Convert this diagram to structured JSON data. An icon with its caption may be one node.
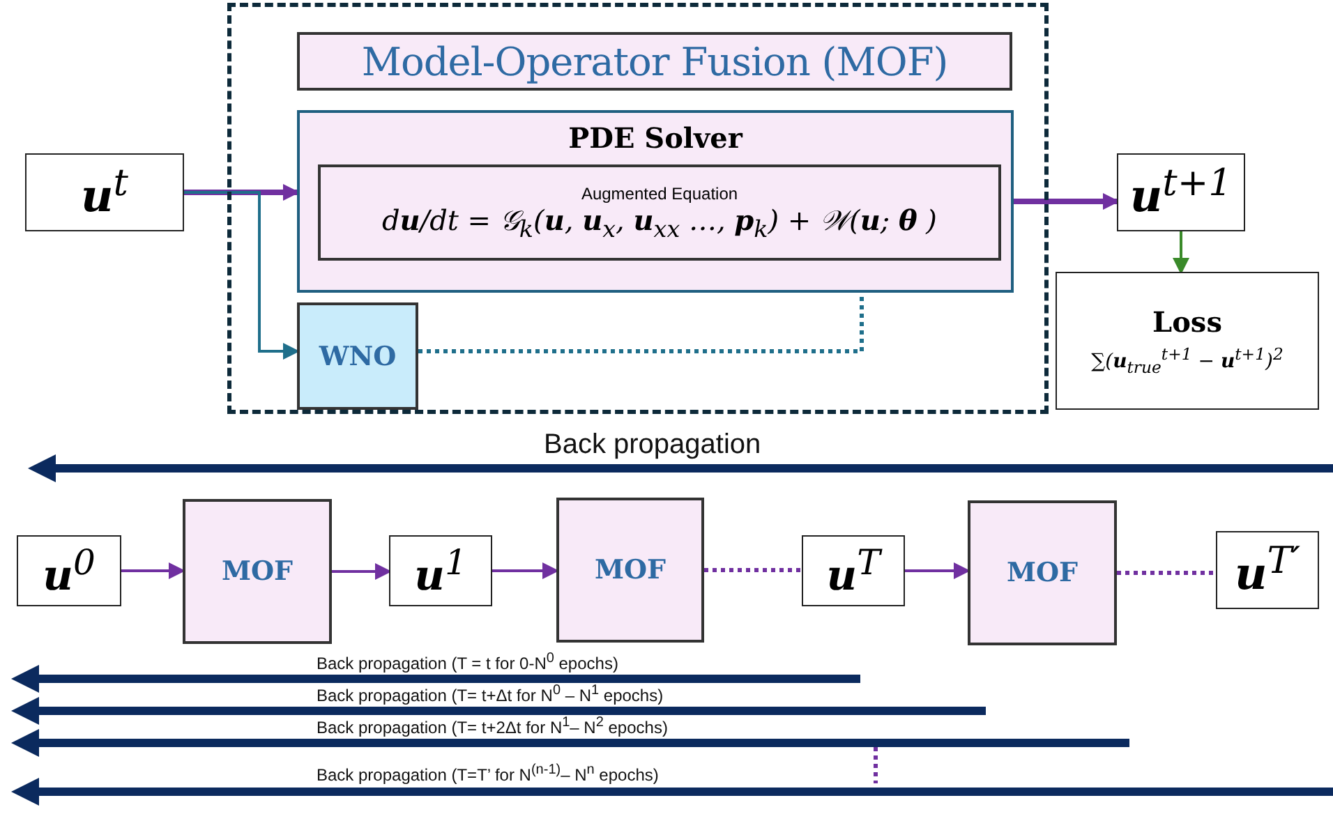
{
  "diagram": {
    "nodes": [
      {
        "text": [],
        "shape": "box"
      },
      {
        "text": [
          "Model-Operator Fusion (MOF)"
        ],
        "in": 0
      },
      {
        "text": [
          "PDE Solver"
        ],
        "in": 0
      },
      {
        "text": [
          "Augmented Equation",
          "d**u**/dt = 𝒢$_{k}$(**u**, **u**$_{x}$, **u**$_{xx}$ …, **p**$_{k}$) + 𝒲(**u**; **θ** )"
        ],
        "in": 2
      },
      {
        "text": [
          "WNO"
        ],
        "in": 0
      },
      {
        "text": [
          "**u**$^{t}$"
        ]
      },
      {
        "text": [
          "**u**$^{t+1}$"
        ]
      },
      {
        "text": [
          "Loss",
          "∑(**u**$_{true}$$^{t+1}$ − **u**$^{t+1}$)$^{2}$"
        ]
      },
      {
        "text": [
          "**u**$^{0}$"
        ]
      },
      {
        "text": [
          "MOF"
        ]
      },
      {
        "text": [
          "**u**$^{1}$"
        ]
      },
      {
        "text": [
          "MOF"
        ]
      },
      {
        "text": [
          "**u**$^{T}$"
        ]
      },
      {
        "text": [
          "MOF"
        ]
      },
      {
        "text": [
          "**u**$^{T′}$"
        ]
      }
    ],
    "edges": [
      {
        "from": 5,
        "to": 2,
        "arrow": "to",
        "style": "thick"
      },
      {
        "from": 5,
        "to": 4,
        "arrow": "to",
        "color": "#1f6f8b"
      },
      {
        "from": 4,
        "to": 3,
        "arrow": "to",
        "style": "dashed",
        "color": "#1f6f8b"
      },
      {
        "from": 2,
        "to": 6,
        "arrow": "to",
        "style": "thick"
      },
      {
        "from": 6,
        "to": 7,
        "arrow": "to",
        "color": "#3a8a2a"
      },
      {
        "from": 8,
        "to": 9,
        "arrow": "to"
      },
      {
        "from": 9,
        "to": 10,
        "arrow": "to"
      },
      {
        "from": 10,
        "to": 11,
        "arrow": "to"
      },
      {
        "from": 11,
        "to": 12,
        "arrow": "none",
        "style": "dashed"
      },
      {
        "from": 12,
        "to": 13,
        "arrow": "to"
      },
      {
        "from": 13,
        "to": 14,
        "arrow": "none",
        "style": "dashed"
      }
    ],
    "labels": [
      "Back propagation",
      "Back propagation (T = t for 0-N$^{0}$ epochs)",
      "Back propagation (T= t+Δt for N$^{0}$ – N$^{1}$ epochs)",
      "Back propagation (T= t+2Δt for N$^{1}$– N$^{2}$ epochs)",
      "Back propagation (T=T’ for N$^{(n-1)}$– N$^{n}$ epochs)"
    ]
  }
}
